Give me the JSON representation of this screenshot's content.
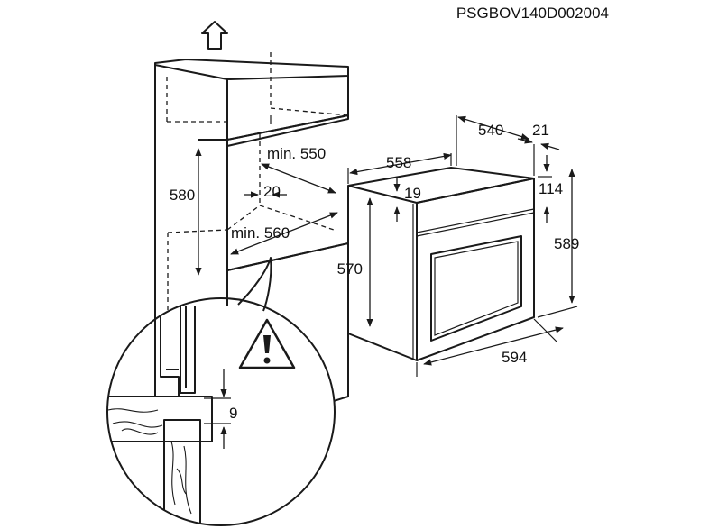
{
  "doc_code": "PSGBOV140D002004",
  "dimensions": {
    "cabinet_height": "580",
    "cabinet_depth_min": "min. 550",
    "cabinet_width_min": "min. 560",
    "rear_gap": "20",
    "oven_depth": "558",
    "oven_body_depth": "540",
    "front_depth": "21",
    "top_offset": "19",
    "panel_top": "114",
    "oven_height": "570",
    "front_height": "589",
    "front_width": "594",
    "detail_gap": "9"
  },
  "icons": {
    "up_arrow": "up-arrow-icon",
    "warning": "warning-triangle-icon"
  }
}
